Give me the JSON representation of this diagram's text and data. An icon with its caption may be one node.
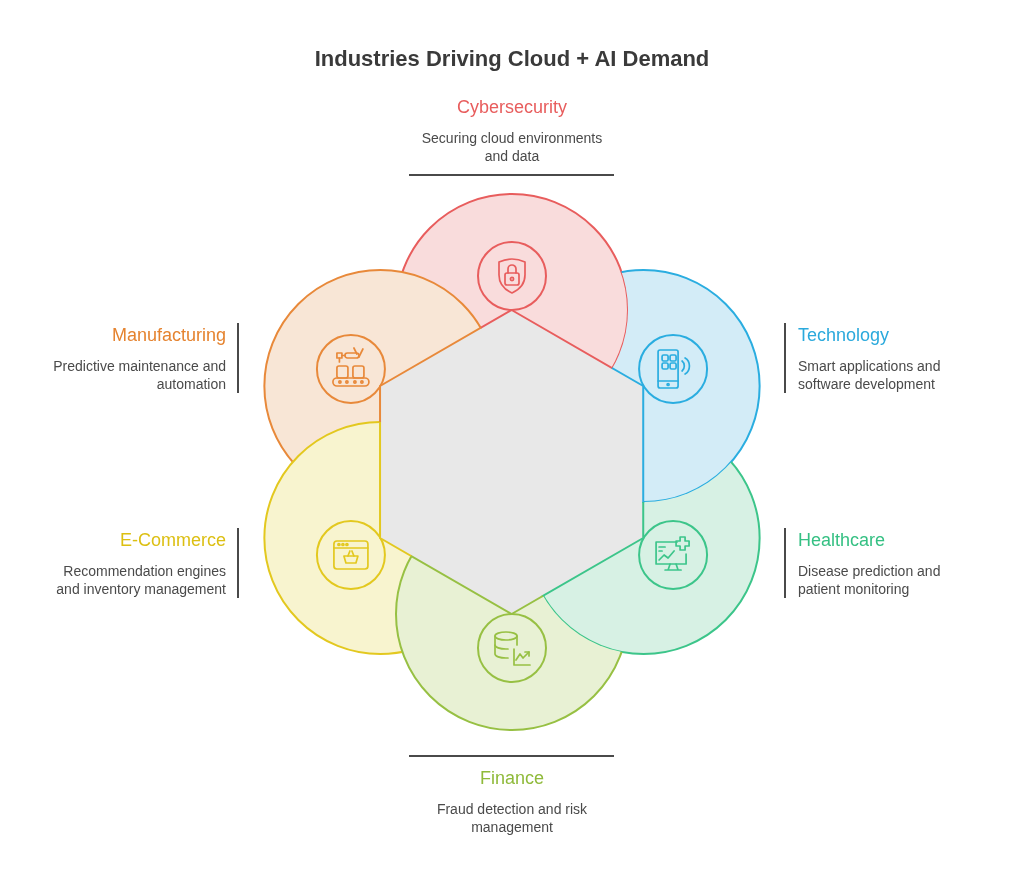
{
  "diagram": {
    "title": "Industries Driving Cloud + AI Demand",
    "nodes": [
      {
        "text": [],
        "shape": "hexagon"
      },
      {
        "text": [],
        "shape": "circle",
        "beside": [
          "Cybersecurity",
          "Securing cloud environments and data"
        ]
      },
      {
        "text": [],
        "shape": "circle",
        "beside": [
          "Manufacturing",
          "Predictive maintenance and automation"
        ]
      },
      {
        "text": [],
        "shape": "circle",
        "beside": [
          "Technology",
          "Smart applications and software development"
        ]
      },
      {
        "text": [],
        "shape": "circle",
        "beside": [
          "E-Commerce",
          "Recommendation engines and inventory management"
        ]
      },
      {
        "text": [],
        "shape": "circle",
        "beside": [
          "Healthcare",
          "Disease prediction and patient monitoring"
        ]
      },
      {
        "text": [],
        "shape": "circle",
        "beside": [
          "Finance",
          "Fraud detection and risk management"
        ]
      }
    ]
  }
}
